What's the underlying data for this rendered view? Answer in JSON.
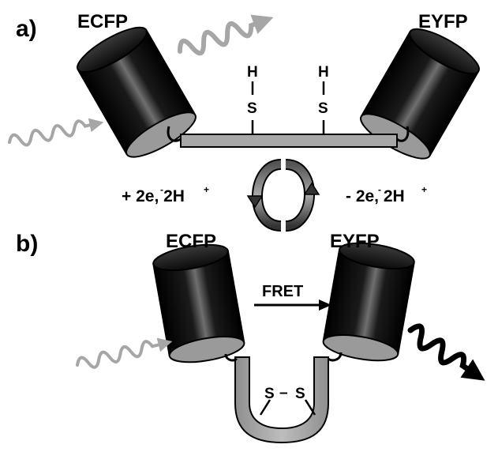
{
  "panel_a": {
    "label": "a)",
    "donor": "ECFP",
    "acceptor": "EYFP",
    "thiol_h": "H",
    "thiol_s": "S"
  },
  "redox": {
    "left": "+ 2e, 2H",
    "left_e_charge": "-",
    "left_h_charge": "+",
    "right": "- 2e, 2H",
    "right_e_charge": "-",
    "right_h_charge": "+"
  },
  "panel_b": {
    "label": "b)",
    "donor": "ECFP",
    "acceptor": "EYFP",
    "fret": "FRET",
    "disulfide_s": "S",
    "disulfide_bond": "–"
  },
  "colors": {
    "cylinder_body": "#111111",
    "cylinder_face": "#999999",
    "linker_fill": "#aaaaaa",
    "light_wave": "#a6a6a6",
    "emission_wave": "#000000"
  },
  "icons": [
    "light-wave-icon",
    "redox-cycle-icon",
    "fret-arrow-icon"
  ]
}
